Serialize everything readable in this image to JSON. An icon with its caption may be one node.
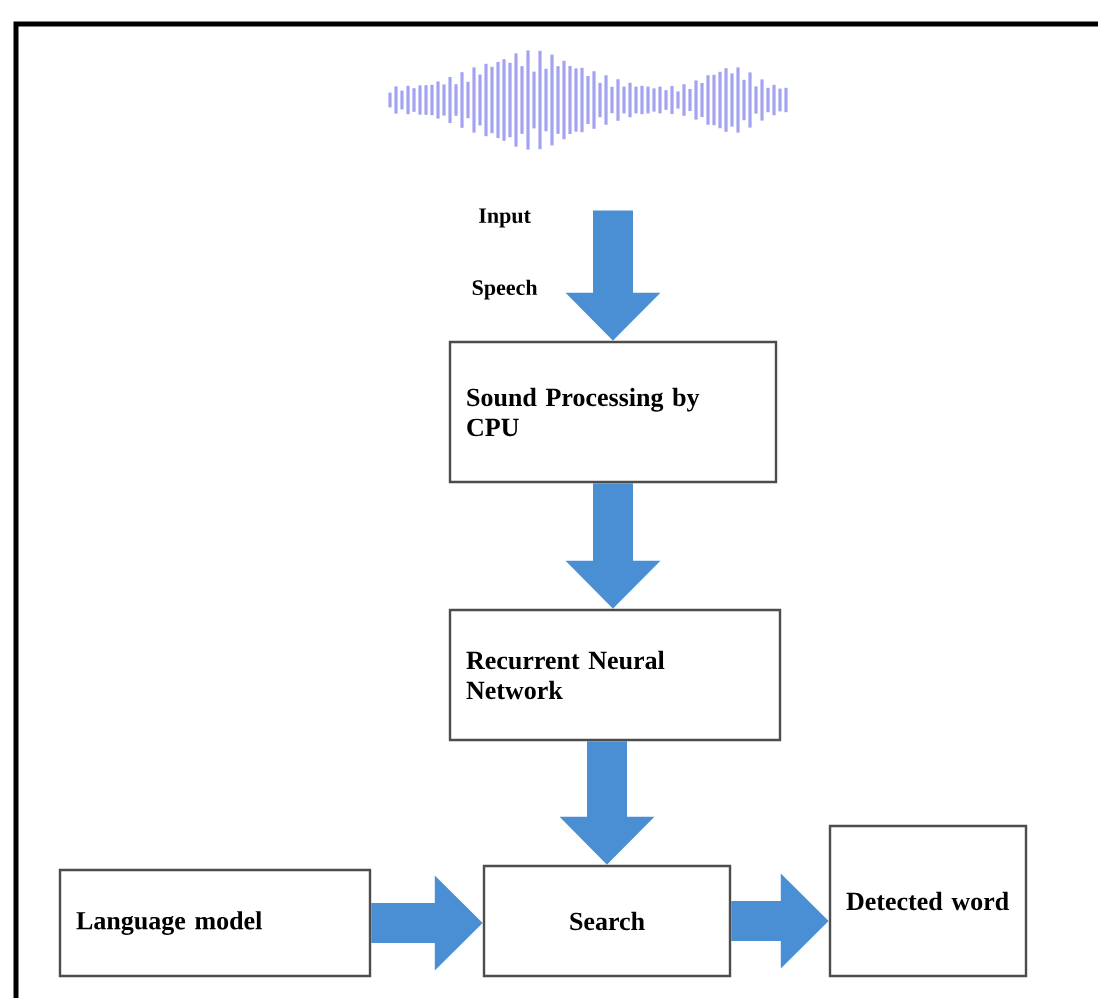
{
  "diagram": {
    "nodes": [
      {
        "text": [],
        "shape": "picture"
      },
      {
        "text": [
          "Sound Processing by CPU"
        ]
      },
      {
        "text": [
          "Recurrent Neural Network"
        ]
      },
      {
        "text": [
          "Language model"
        ]
      },
      {
        "text": [
          "Search"
        ]
      },
      {
        "text": [
          "Detected word"
        ]
      }
    ],
    "edges": [
      {
        "from": 0,
        "to": 1,
        "arrow": "to",
        "label": "Input Speech"
      },
      {
        "from": 1,
        "to": 2,
        "arrow": "to"
      },
      {
        "from": 2,
        "to": 4,
        "arrow": "to"
      },
      {
        "from": 3,
        "to": 4,
        "arrow": "to"
      },
      {
        "from": 4,
        "to": 5,
        "arrow": "to"
      }
    ]
  }
}
